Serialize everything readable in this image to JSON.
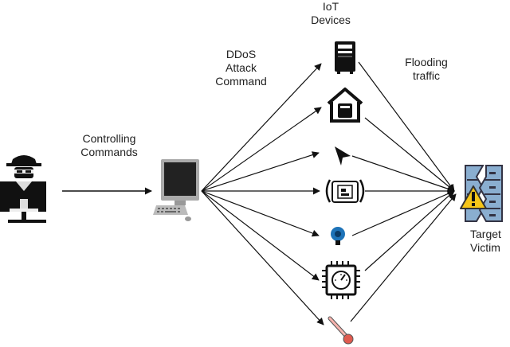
{
  "labels": {
    "iot_line1": "IoT",
    "iot_line2": "Devices",
    "ddos_line1": "DDoS",
    "ddos_line2": "Attack",
    "ddos_line3": "Command",
    "flood_line1": "Flooding",
    "flood_line2": "traffic",
    "ctrl_line1": "Controlling",
    "ctrl_line2": "Commands",
    "target_line1": "Target",
    "target_line2": "Victim"
  },
  "nodes": {
    "attacker": "hacker-at-computer-icon",
    "controller": "desktop-computer-icon",
    "target": "server-with-warning-icon",
    "devices": [
      "server-tower-icon",
      "smart-home-icon",
      "navigation-arrow-icon",
      "smart-sensor-icon",
      "smart-bulb-icon",
      "microchip-gauge-icon",
      "thermometer-icon"
    ]
  },
  "colors": {
    "line": "#111111",
    "server_blue": "#8aaed0",
    "warning_yellow": "#f5c518",
    "bulb_blue": "#1e73b8",
    "thermo_red": "#e05a4f"
  }
}
